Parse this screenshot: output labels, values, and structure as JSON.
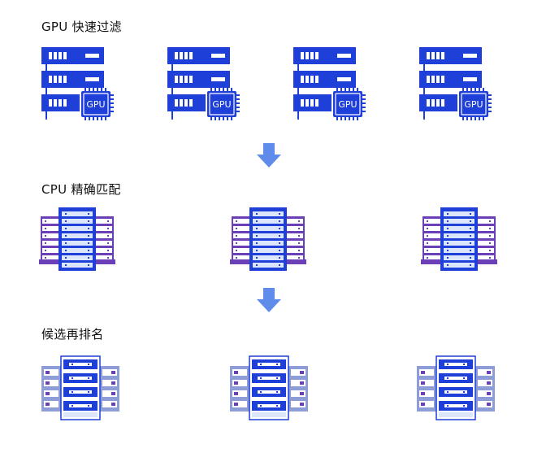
{
  "stages": [
    {
      "label": "GPU 快速过滤",
      "icon": "gpu-server-icon",
      "count": 4,
      "chip_label": "GPU"
    },
    {
      "label": "CPU 精确匹配",
      "icon": "cpu-server-rack-icon",
      "count": 3
    },
    {
      "label": "候选再排名",
      "icon": "server-cluster-icon",
      "count": 3
    }
  ],
  "connectors": [
    "down-arrow-icon",
    "down-arrow-icon"
  ],
  "colors": {
    "primary_blue": "#1e3fd8",
    "light_blue": "#5f8bea",
    "pale_blue": "#dbe5fb",
    "purple": "#6a3fb8",
    "background": "#ffffff"
  }
}
